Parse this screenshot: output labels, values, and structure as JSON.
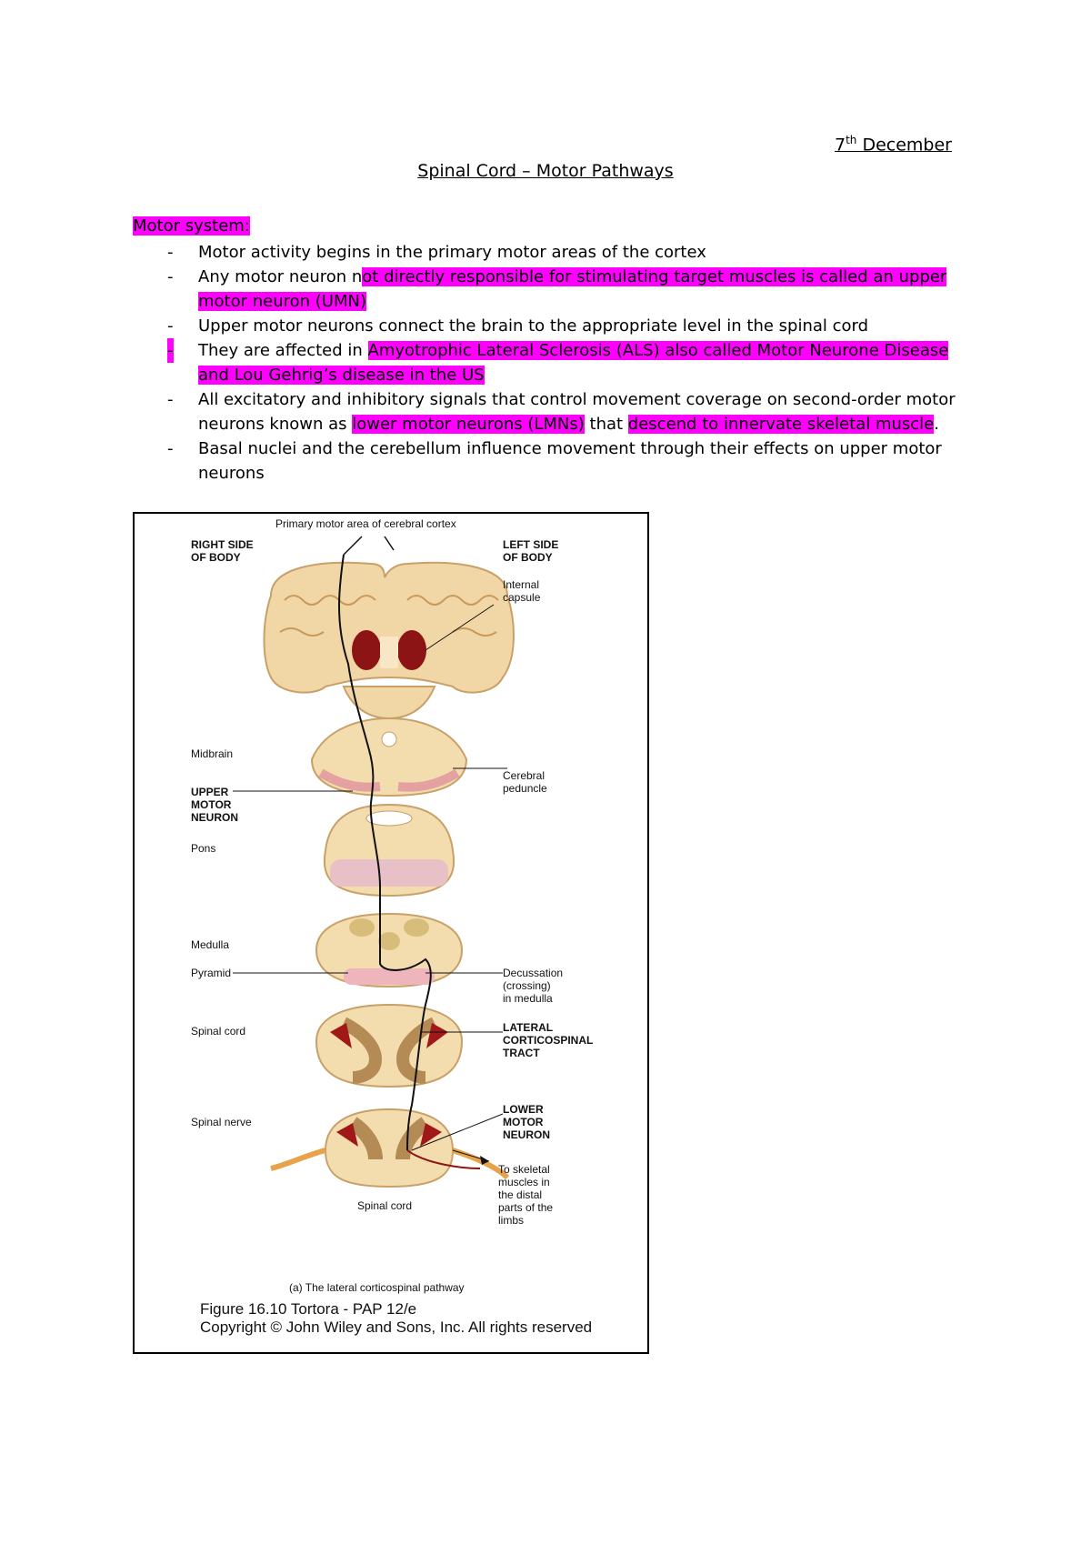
{
  "header": {
    "date_day": "7",
    "date_sup": "th",
    "date_month": "December",
    "title": "Spinal Cord – Motor Pathways"
  },
  "section_heading": "Motor system:",
  "bullets": [
    {
      "dash": "-",
      "parts": [
        "Motor activity begins in the primary motor areas of the cortex"
      ]
    },
    {
      "dash": "-",
      "pre": "Any motor neuron n",
      "hl": "ot directly responsible for stimulating target muscles is called an upper motor neuron (UMN)"
    },
    {
      "dash": "-",
      "parts": [
        "Upper motor neurons connect the brain to the appropriate level in the spinal cord"
      ]
    },
    {
      "dash": "-",
      "pre": "They are affected in ",
      "hl": "Amyotrophic Lateral Sclerosis (ALS) also called Motor Neurone Disease and Lou Gehrig’s disease in the US"
    },
    {
      "dash": "-",
      "pre": "All excitatory and inhibitory signals that control movement coverage on second-order motor neurons known as ",
      "hl": "lower motor neurons (LMNs)",
      "mid": " that ",
      "hl2": "descend to innervate skeletal muscle",
      "post": "."
    },
    {
      "dash": "-",
      "parts": [
        "Basal nuclei and the cerebellum influence movement through their effects on upper motor neurons"
      ]
    }
  ],
  "figure": {
    "top_label": "Primary motor area of cerebral cortex",
    "right_side": [
      "RIGHT SIDE",
      "OF BODY"
    ],
    "left_side": [
      "LEFT SIDE",
      "OF BODY"
    ],
    "internal_capsule": [
      "Internal",
      "capsule"
    ],
    "midbrain": "Midbrain",
    "cerebral_peduncle": [
      "Cerebral",
      "peduncle"
    ],
    "upper_motor_neuron": [
      "UPPER",
      "MOTOR",
      "NEURON"
    ],
    "pons": "Pons",
    "medulla": "Medulla",
    "pyramid": "Pyramid",
    "decussation": [
      "Decussation",
      "(crossing)",
      "in medulla"
    ],
    "spinal_cord": "Spinal cord",
    "lateral_tract": [
      "LATERAL",
      "CORTICOSPINAL",
      "TRACT"
    ],
    "spinal_nerve": "Spinal nerve",
    "lower_motor_neuron": [
      "LOWER",
      "MOTOR",
      "NEURON"
    ],
    "to_skeletal": [
      "To skeletal",
      "muscles in",
      "the distal",
      "parts of the",
      "limbs"
    ],
    "spinal_cord_bottom": "Spinal cord",
    "subcaption": "(a) The lateral corticospinal pathway",
    "caption_line1": "Figure 16.10  Tortora - PAP 12/e",
    "caption_line2": "Copyright © John Wiley and Sons, Inc. All rights reserved"
  },
  "colors": {
    "highlight": "#ff00ff",
    "tissue": "#f3dcae",
    "tissue_dark": "#d9b27a",
    "tract_red": "#a01818",
    "nerve": "#e8a24a"
  }
}
